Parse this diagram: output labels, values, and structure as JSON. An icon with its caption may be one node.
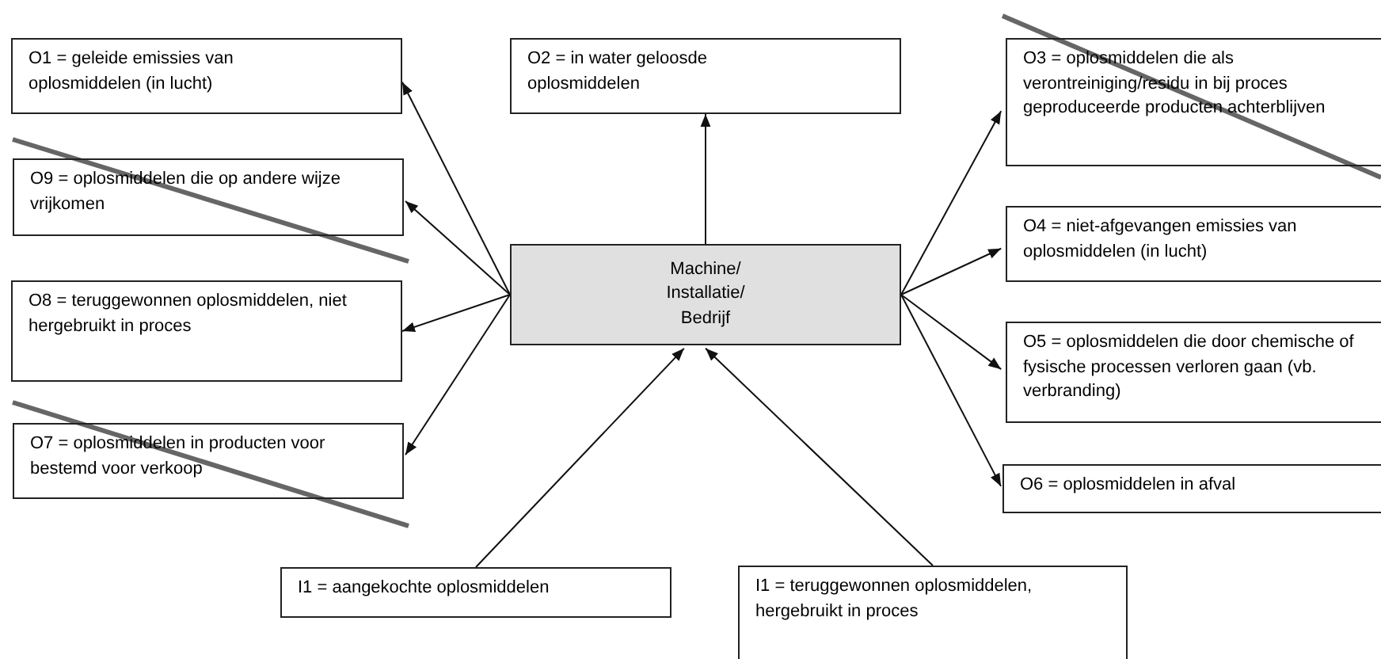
{
  "diagram": {
    "nodes": [
      {
        "text": [
          "O1 = geleide emissies van oplosmiddelen (in lucht)"
        ]
      },
      {
        "text": [
          "O2 = in water geloosde oplosmiddelen"
        ]
      },
      {
        "text": [
          "O3 = oplosmiddelen die als verontreiniging/residu in bij proces geproduceerde producten achterblijven"
        ]
      },
      {
        "text": [
          "O9 = oplosmiddelen die op andere wijze vrijkomen"
        ]
      },
      {
        "text": [
          "O4 = niet-afgevangen emissies van oplosmiddelen (in lucht)"
        ]
      },
      {
        "text": [
          "Machine/ Installatie/ Bedrijf"
        ]
      },
      {
        "text": [
          "O8 = teruggewonnen oplosmiddelen, niet hergebruikt in proces"
        ]
      },
      {
        "text": [
          "O5 = oplosmiddelen die door chemische of fysische processen verloren gaan (vb. verbranding)"
        ]
      },
      {
        "text": [
          "O7 = oplosmiddelen in producten voor bestemd voor verkoop"
        ]
      },
      {
        "text": [
          "O6 = oplosmiddelen in afval"
        ]
      },
      {
        "text": [
          "I1 = aangekochte oplosmiddelen"
        ]
      },
      {
        "text": [
          "I1 = teruggewonnen oplosmiddelen, hergebruikt in proces"
        ]
      }
    ],
    "edges": [
      {
        "from": 5,
        "to": 0,
        "arrow": "to"
      },
      {
        "from": 5,
        "to": 3,
        "arrow": "to"
      },
      {
        "from": 5,
        "to": 6,
        "arrow": "to"
      },
      {
        "from": 5,
        "to": 8,
        "arrow": "to"
      },
      {
        "from": 5,
        "to": 1,
        "arrow": "to"
      },
      {
        "from": 5,
        "to": 2,
        "arrow": "to"
      },
      {
        "from": 5,
        "to": 4,
        "arrow": "to"
      },
      {
        "from": 5,
        "to": 7,
        "arrow": "to"
      },
      {
        "from": 5,
        "to": 9,
        "arrow": "to"
      },
      {
        "from": 10,
        "to": 5,
        "arrow": "to"
      },
      {
        "from": 11,
        "to": 5,
        "arrow": "to"
      }
    ]
  }
}
